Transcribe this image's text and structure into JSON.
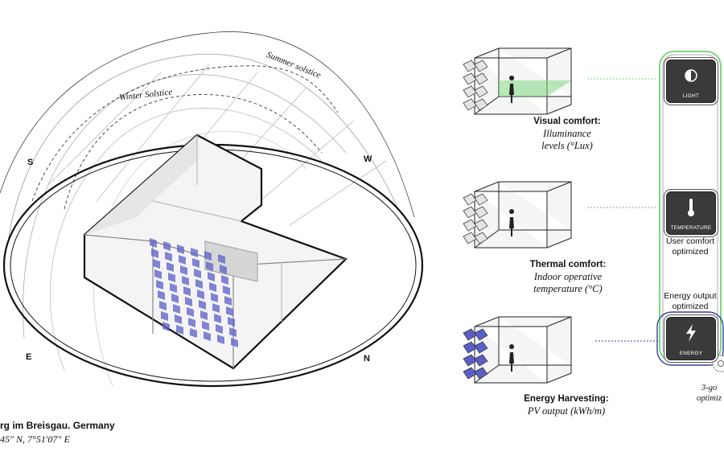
{
  "sky": {
    "summer_label": "Summer solstice",
    "winter_label": "Winter Solstice",
    "compass": {
      "s": "S",
      "w": "W",
      "e": "E",
      "n": "N"
    }
  },
  "location": {
    "name": "rg im Breisgau. Germany",
    "coords": "45\" N, 7°51'07\" E"
  },
  "rows": [
    {
      "title": "Visual comfort:",
      "line1": "Illuminance",
      "line2": "levels (°Lux)"
    },
    {
      "title": "Thermal comfort:",
      "line1": "Indoor operative",
      "line2": "temperature (°C)"
    },
    {
      "title": "Energy Harvesting:",
      "line1": "PV output (kWh/m)",
      "line2": ""
    }
  ],
  "panel": {
    "light_label": "LIGHT",
    "temperature_label": "TEMPERATURE",
    "energy_label": "ENERGY",
    "user_comfort": "User comfort optimized",
    "energy_output": "Energy output optimized",
    "goal_1": "3-go",
    "goal_2": "optimiz"
  },
  "colors": {
    "light_accent": "#7fd67f",
    "energy_accent": "#3b3f9e",
    "pv_blue": "#5a5fc8",
    "card_dark": "#3a3a3a"
  }
}
